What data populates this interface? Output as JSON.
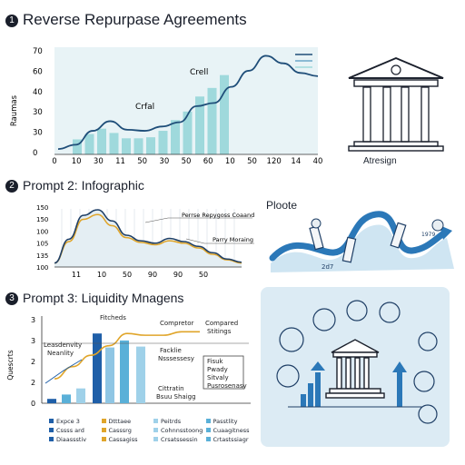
{
  "section1": {
    "badge": "1",
    "title": "Reverse Repurpase Agreements",
    "chart_data": {
      "type": "bar",
      "categories": [
        "0",
        "10",
        "30",
        "11",
        "50",
        "30",
        "50",
        "60",
        "10",
        "50",
        "120",
        "14",
        "40"
      ],
      "y_ticks": [
        "70",
        "60",
        "40",
        "30",
        "30",
        "0"
      ],
      "ylabel": "Raumas",
      "bar_values": [
        14,
        19,
        24,
        20,
        15,
        15,
        16,
        22,
        32,
        40,
        54,
        62,
        74
      ],
      "line_values": [
        5,
        9,
        22,
        31,
        23,
        22,
        26,
        30,
        45,
        48,
        63,
        78,
        92,
        85,
        76,
        73
      ],
      "annotations": [
        "Crell",
        "Crfal"
      ],
      "colors": {
        "bar": "#9fd9dc",
        "line": "#1f4e79"
      }
    },
    "illustration_label": "Atresign"
  },
  "section2": {
    "badge": "2",
    "title": "Prompt 2: Infographic",
    "chart_data": {
      "type": "area",
      "x_ticks": [
        "11",
        "10",
        "50",
        "90",
        "90",
        "50"
      ],
      "y_ticks": [
        "150",
        "150",
        "100",
        "105",
        "135",
        "100"
      ],
      "series": [
        {
          "values": [
            5,
            35,
            65,
            72,
            58,
            40,
            33,
            30,
            36,
            32,
            26,
            18,
            10,
            6
          ]
        },
        {
          "values": [
            5,
            32,
            60,
            66,
            52,
            37,
            31,
            28,
            33,
            30,
            24,
            16,
            9,
            5
          ]
        }
      ],
      "annotations": [
        "Perrse Repygoss Coaand",
        "Parry Moraing"
      ],
      "colors": {
        "line1": "#1f3f66",
        "line2": "#e0a52a",
        "fill": "#e4eef3"
      }
    },
    "illustration": {
      "title": "Ploote",
      "labels": [
        "2d7",
        "1979"
      ]
    }
  },
  "section3": {
    "badge": "3",
    "title": "Prompt 3: Liquidity Mnagens",
    "chart_data": {
      "type": "bar",
      "y_ticks": [
        "3",
        "3",
        "2",
        "2",
        "0"
      ],
      "ylabel": "Quescrts",
      "values": [
        5,
        10,
        17,
        80,
        64,
        72,
        65,
        47
      ],
      "colors": [
        "#1f5fa8",
        "#5ab0d8",
        "#9fd1e9",
        "#1f5fa8",
        "#8fc6e4",
        "#5ab0d8",
        "#9fd1e9",
        "#5ab0d8"
      ],
      "line_values": [
        28,
        42,
        55,
        66,
        80,
        78,
        78,
        82,
        82
      ],
      "annotations": {
        "top1": "Fitcheds",
        "top2": "Compretor",
        "top3a": "Compared",
        "top3b": "Stitings",
        "left_a": "Leasdenvity",
        "left_b": "Neanlity",
        "mid_a": "Facklie",
        "mid_b": "Nsssessesy",
        "mid2_a": "Cittratin",
        "mid2_b": "Bsuu Shaigg",
        "box1": "Fisuk",
        "box2": "Pwady",
        "box3": "Sitvaly",
        "box4": "Pusrosenasy"
      },
      "legend": [
        [
          "Expce 3",
          "Dtttaee",
          "Peitrds",
          "Passtlity"
        ],
        [
          "Cssss ard",
          "Casssrg",
          "Cohnnsstoong",
          "Cuaagitness"
        ],
        [
          "Diaassstiv",
          "Cassagiss",
          "Crsatssessin",
          "Crtastssiagr"
        ]
      ]
    }
  }
}
